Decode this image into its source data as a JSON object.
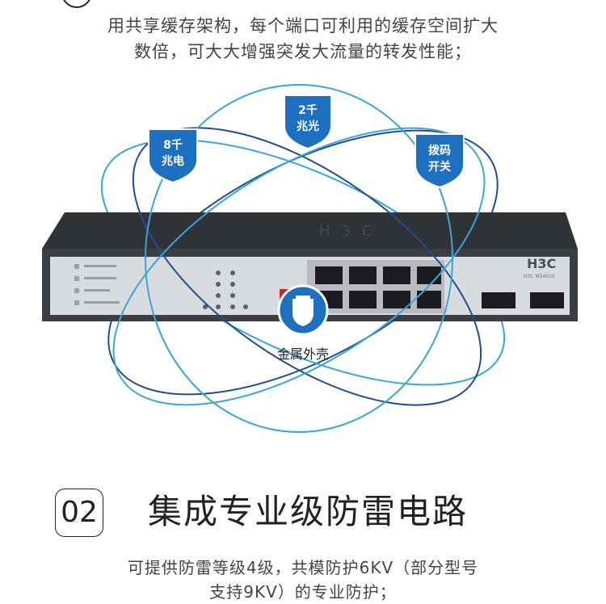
{
  "intro": {
    "line1": "用共享缓存架构，每个端口可利用的缓存空间扩大",
    "line2": "数倍，可大大增强突发大流量的转发性能；"
  },
  "badges": {
    "gig8_line1": "8千",
    "gig8_line2": "兆电",
    "gig2_line1": "2千",
    "gig2_line2": "兆光",
    "dip_line1": "拨码",
    "dip_line2": "开关"
  },
  "device": {
    "brand": "H3C",
    "model": "H3C MS4010"
  },
  "shell_caption": "金属外壳",
  "section": {
    "number": "02",
    "title": "集成专业级防雷电路"
  },
  "paragraph": {
    "line1": "可提供防雷等级4级，共模防护6KV（部分型号",
    "line2": "支持9KV）的专业防护；"
  },
  "colors": {
    "ring_dark": "#1f4e8f",
    "ring_light": "#3aa6d6",
    "badge_fill": "#1d6fc0",
    "chassis": "#3a3d42",
    "panel": "#d9dcdf"
  }
}
